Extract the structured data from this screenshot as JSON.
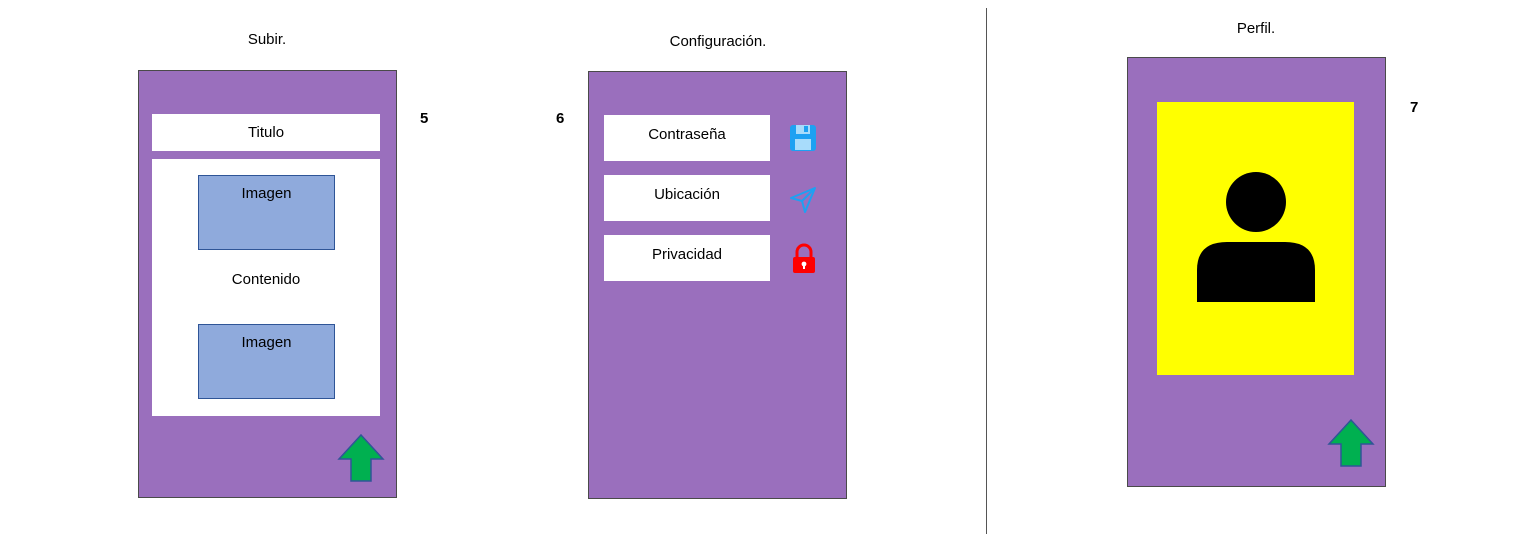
{
  "screens": {
    "subir": {
      "caption": "Subir.",
      "number": "5",
      "title_field": "Titulo",
      "image1_label": "Imagen",
      "content_label": "Contenido",
      "image2_label": "Imagen",
      "upload_icon": "green-up-arrow-icon"
    },
    "configuracion": {
      "caption": "Configuración.",
      "number": "6",
      "options": [
        {
          "label": "Contraseña",
          "icon": "save-icon",
          "color": "#1da1f2"
        },
        {
          "label": "Ubicación",
          "icon": "location-arrow-icon",
          "color": "#1da1f2"
        },
        {
          "label": "Privacidad",
          "icon": "lock-icon",
          "color": "#ff0000"
        }
      ]
    },
    "perfil": {
      "caption": "Perfil.",
      "number": "7",
      "avatar_icon": "user-avatar-icon",
      "avatar_bg": "#ffff00",
      "upload_icon": "green-up-arrow-icon"
    }
  },
  "colors": {
    "phone_bg": "#9a6fbd",
    "image_placeholder": "#8faadc",
    "arrow_green": "#00b050"
  }
}
